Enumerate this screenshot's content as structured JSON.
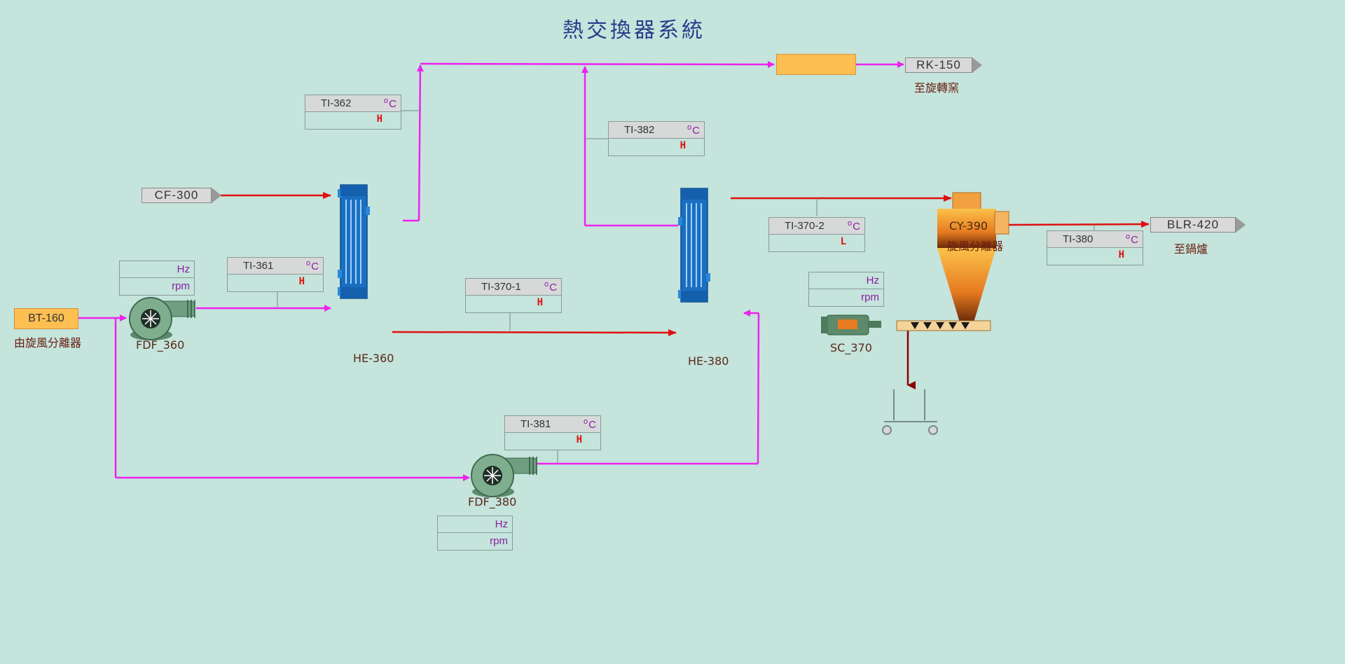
{
  "title": "熱交換器系統",
  "sources": {
    "bt160": {
      "tag": "BT-160",
      "caption": "由旋風分離器"
    },
    "cf300": {
      "tag": "CF-300"
    },
    "rk150": {
      "tag": "RK-150",
      "caption": "至旋轉窯"
    },
    "blr420": {
      "tag": "BLR-420",
      "caption": "至鍋爐"
    }
  },
  "equipment": {
    "fdf360": "FDF_360",
    "fdf380": "FDF_380",
    "he360": "HE-360",
    "he380": "HE-380",
    "sc370": "SC_370",
    "cy390": {
      "tag": "CY-390",
      "caption": "旋風分離器"
    }
  },
  "instruments": {
    "ti362": {
      "tag": "TI-362",
      "unit": "C",
      "value": "H"
    },
    "ti382": {
      "tag": "TI-382",
      "unit": "C",
      "value": "H"
    },
    "ti361": {
      "tag": "TI-361",
      "unit": "C",
      "value": "H"
    },
    "ti3701": {
      "tag": "TI-370-1",
      "unit": "C",
      "value": "H"
    },
    "ti3702": {
      "tag": "TI-370-2",
      "unit": "C",
      "value": "L"
    },
    "ti380": {
      "tag": "TI-380",
      "unit": "C",
      "value": "H"
    },
    "ti381": {
      "tag": "TI-381",
      "unit": "C",
      "value": "H"
    }
  },
  "drives": {
    "fdf360": {
      "hz": "Hz",
      "rpm": "rpm"
    },
    "fdf380": {
      "hz": "Hz",
      "rpm": "rpm"
    },
    "sc370": {
      "hz": "Hz",
      "rpm": "rpm"
    }
  },
  "degree_symbol": "o",
  "colors": {
    "background": "#c4e4dc",
    "air_line": "#ee22ee",
    "hot_line": "#e01010",
    "exchanger": "#1a6fc0",
    "fan": "#6f9e80",
    "cyclone": "#e07020",
    "tag_box": "#d9d9d9",
    "source_box": "#fdbf52"
  }
}
